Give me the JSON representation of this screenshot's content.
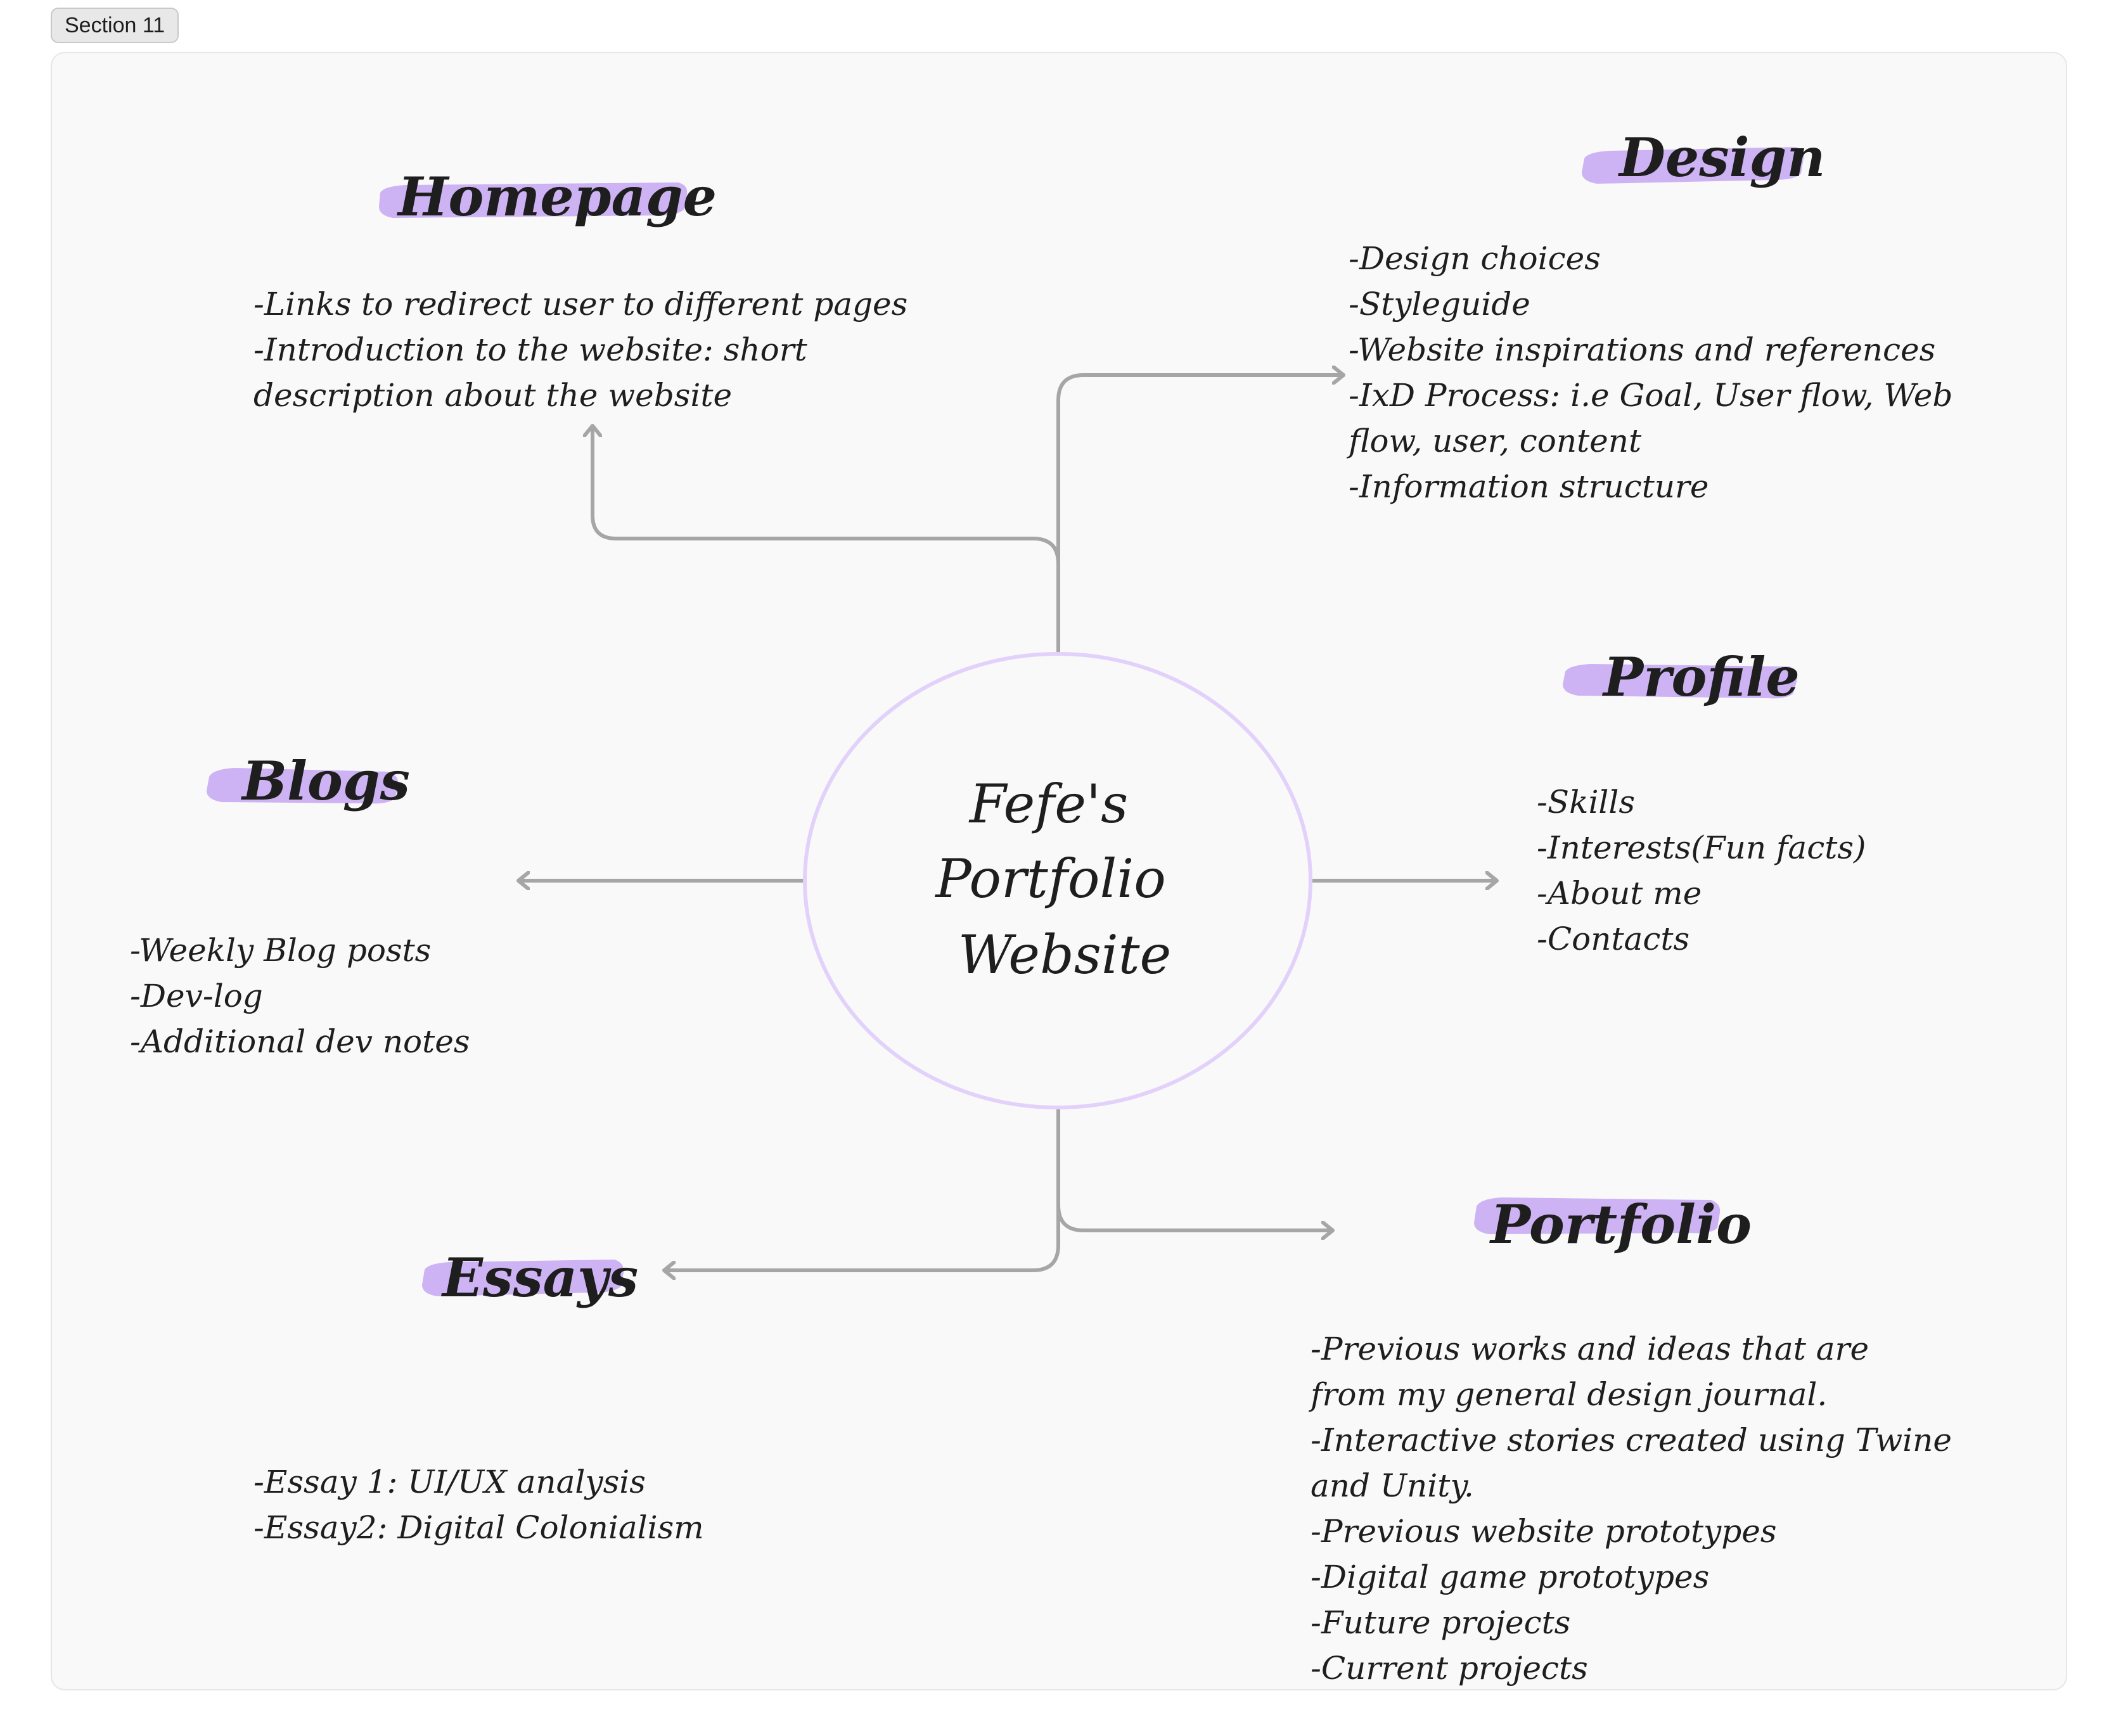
{
  "section": {
    "label": "Section 11"
  },
  "colors": {
    "highlight": "#cdb3f4",
    "connector": "#a6a6a6",
    "circle": "#e2d1fa",
    "background": "#f9f9f9",
    "text": "#1e1e1e"
  },
  "center": {
    "lines": [
      "Fefe's",
      "Portfolio",
      "Website"
    ]
  },
  "nodes": {
    "homepage": {
      "title": "Homepage",
      "lines": [
        "-Links to redirect user to different pages",
        "-Introduction to the website: short",
        "description about the website"
      ]
    },
    "design": {
      "title": "Design",
      "lines": [
        "-Design choices",
        "-Styleguide",
        "-Website inspirations and references",
        "-IxD Process: i.e Goal, User flow, Web",
        "flow, user, content",
        "-Information structure"
      ]
    },
    "profile": {
      "title": "Profile",
      "lines": [
        "-Skills",
        "-Interests(Fun facts)",
        "-About me",
        "-Contacts"
      ]
    },
    "blogs": {
      "title": "Blogs",
      "lines": [
        "-Weekly Blog posts",
        "-Dev-log",
        "-Additional dev notes"
      ]
    },
    "essays": {
      "title": "Essays",
      "lines": [
        "-Essay 1: UI/UX analysis",
        "-Essay2: Digital Colonialism"
      ]
    },
    "portfolio": {
      "title": "Portfolio",
      "lines": [
        "-Previous works and ideas that are",
        "from my general design journal.",
        "-Interactive stories created using Twine",
        "and Unity.",
        "-Previous website prototypes",
        "-Digital game prototypes",
        "-Future projects",
        "-Current projects"
      ]
    }
  }
}
